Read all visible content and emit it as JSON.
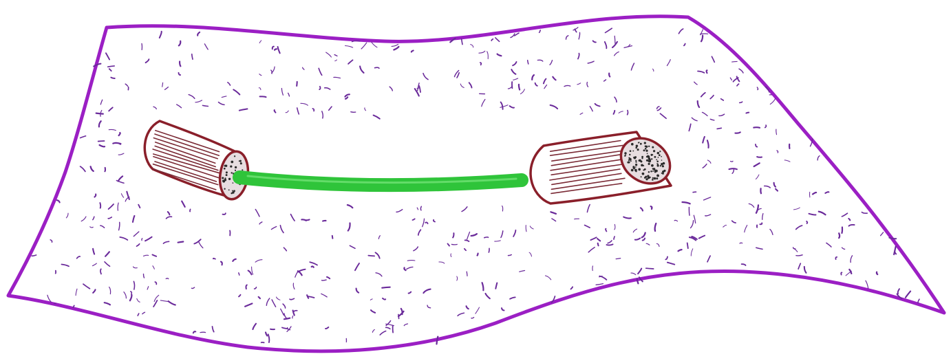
{
  "illustration": {
    "colors": {
      "background": "#ffffff",
      "sheet_outline": "#9b1fc4",
      "speckle": "#6a2a9a",
      "connector": "#2fc43a",
      "connector_highlight": "#8ef08f",
      "tube_outline": "#8a1f2a",
      "tube_hatching": "#7a2a35",
      "tube_end_fill": "#d9c9cf",
      "tube_end_dots": "#2a2a2a"
    },
    "icons": {
      "sheet": "wavy-sheet-drawing",
      "left_tube": "cylinder-segment",
      "right_tube": "cylinder-segment",
      "connector": "green-rod"
    }
  }
}
